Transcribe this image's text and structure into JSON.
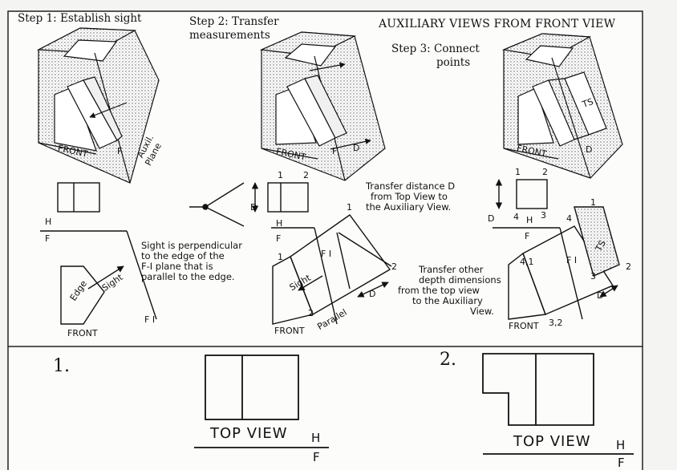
{
  "title": "AUXILIARY VIEWS FROM FRONT VIEW",
  "steps": {
    "step1": "Step 1: Establish sight",
    "step2_line1": "Step 2: Transfer",
    "step2_line2": "measurements",
    "step3_line1": "Step 3: Connect",
    "step3_line2": "points"
  },
  "notes": {
    "sight_line1": "Sight is perpendicular",
    "sight_line2": "to the edge of the",
    "sight_line3": "F-I plane that is",
    "sight_line4": "parallel to the edge.",
    "transfer_line1": "Transfer distance D",
    "transfer_line2": "from Top View to",
    "transfer_line3": "the Auxiliary View.",
    "other_line1": "Transfer other",
    "other_line2": "depth dimensions",
    "other_line3": "from the top view",
    "other_line4": "to the Auxiliary",
    "other_line5": "View."
  },
  "labels": {
    "front": "FRONT",
    "aux_plane_1": "Auxil.",
    "aux_plane_2": "Plane",
    "f": "F",
    "i": "I",
    "h": "H",
    "d": "D",
    "edge": "Edge",
    "sight": "Sight",
    "parallel": "Parallel",
    "ts": "TS",
    "p1": "1",
    "p2": "2",
    "p3": "3",
    "p4": "4",
    "p41": "4,1",
    "p32": "3,2",
    "f_i": "F I"
  },
  "problems": [
    {
      "number": "1.",
      "caption": "TOP VIEW",
      "h": "H",
      "f": "F"
    },
    {
      "number": "2.",
      "caption": "TOP VIEW",
      "h": "H",
      "f": "F"
    }
  ]
}
